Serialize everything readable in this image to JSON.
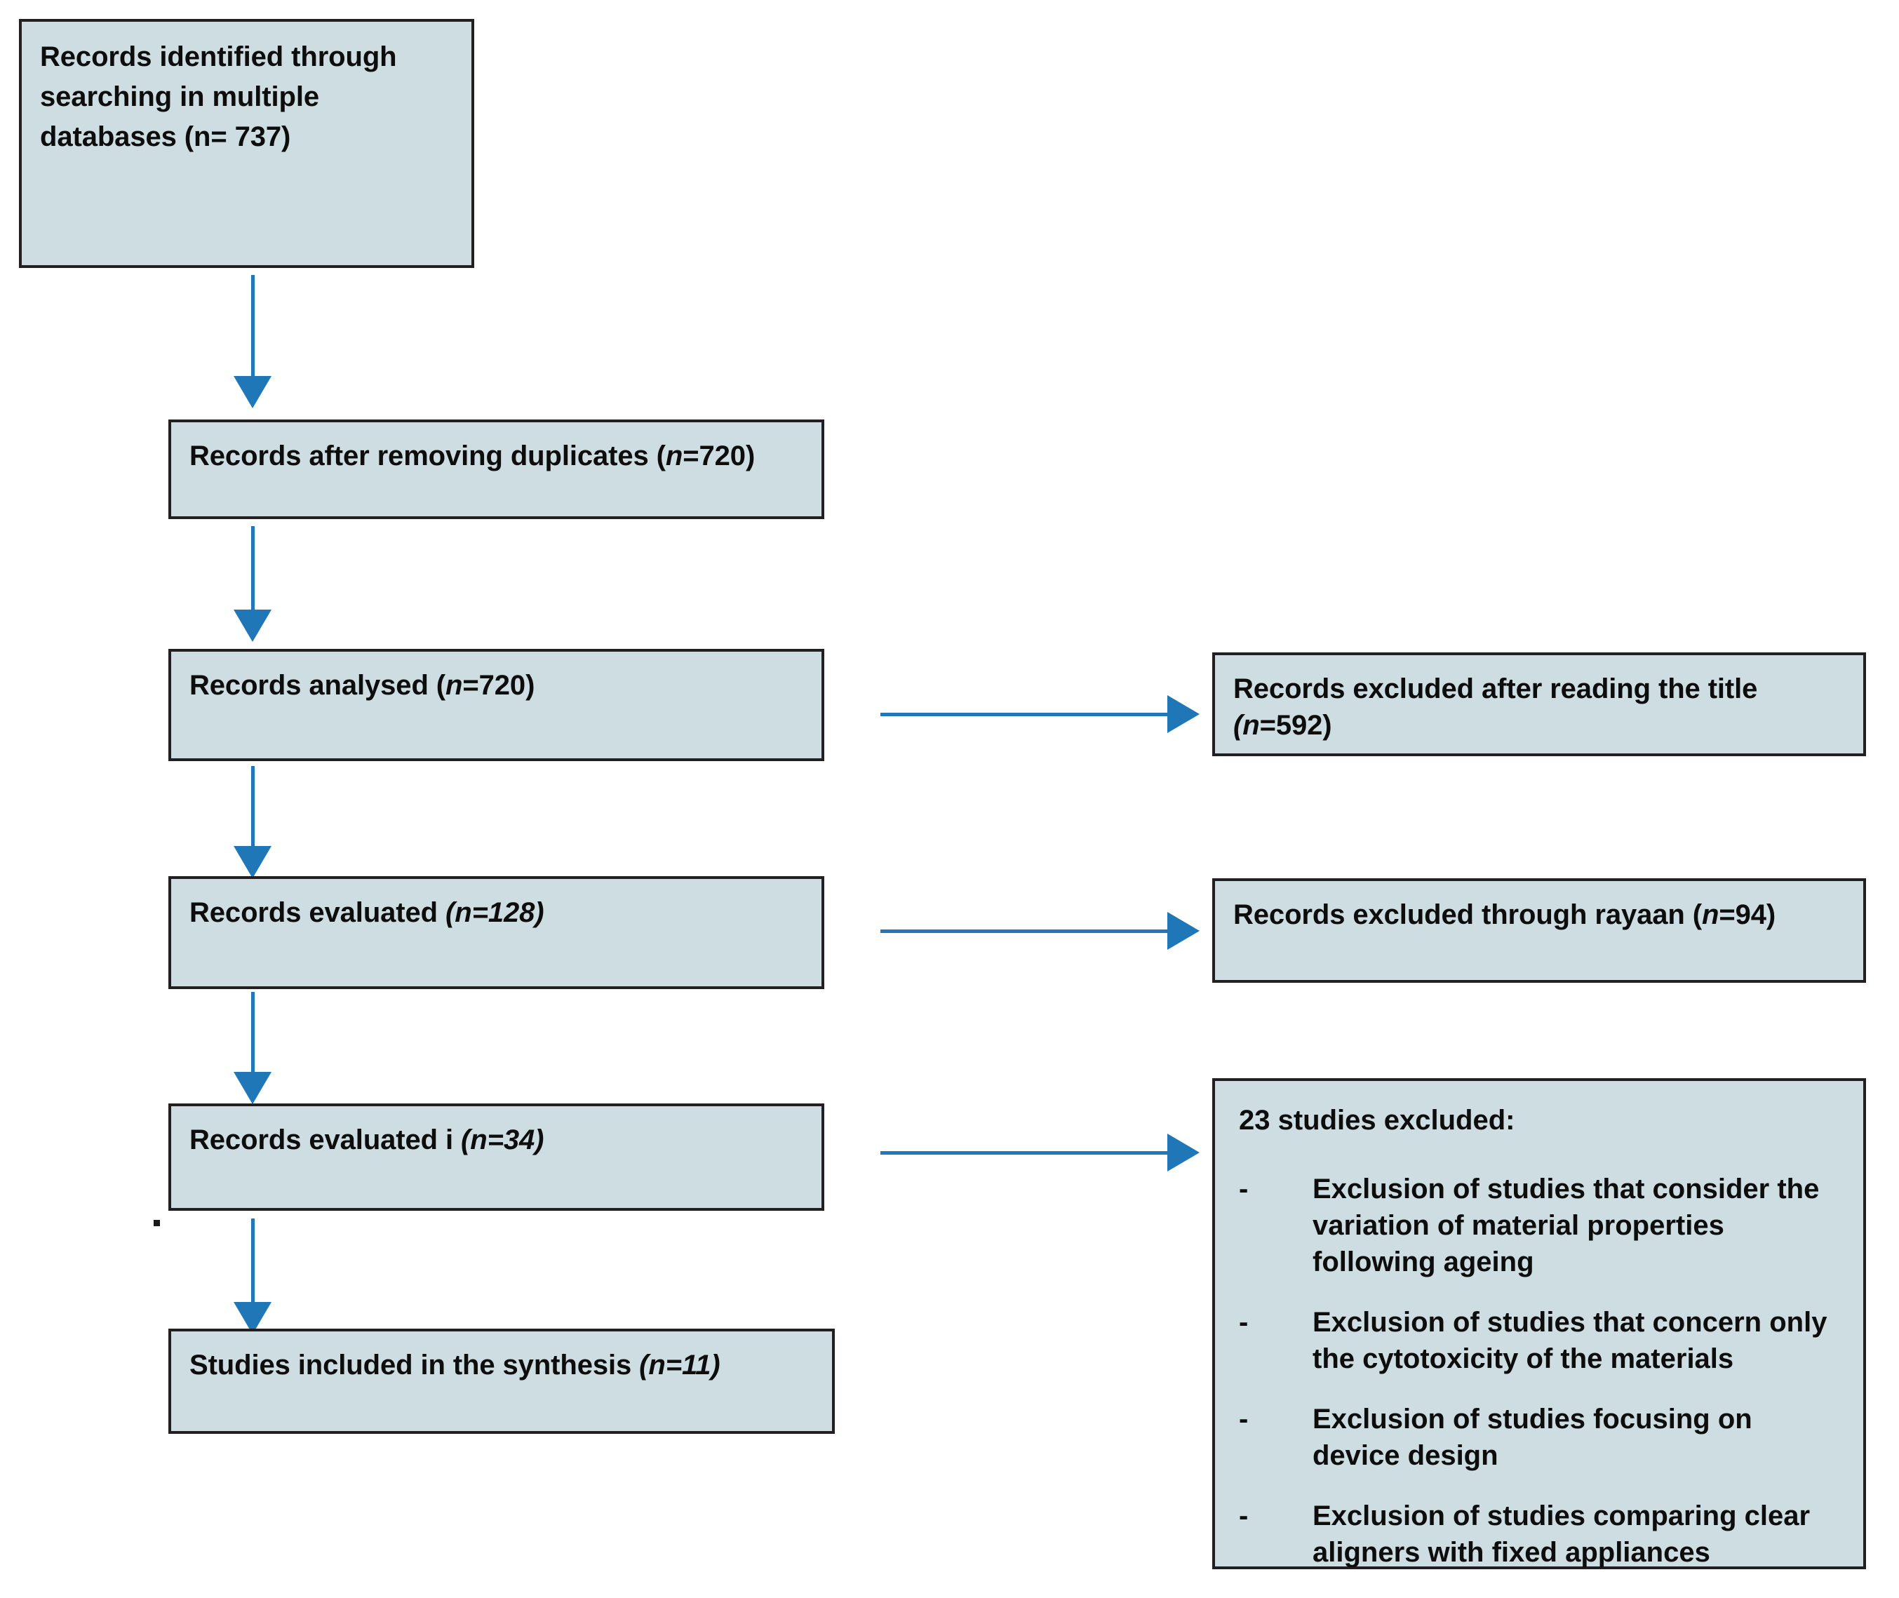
{
  "diagram": {
    "title": "PRISMA study selection flow diagram",
    "colors": {
      "box_fill": "#cedde1",
      "box_border": "#231f20",
      "arrow": "#1f77b8",
      "text": "#0d0d0d"
    }
  },
  "boxes": {
    "identification": {
      "name": "records-identified",
      "line1": "Records identified through",
      "line2": "searching in multiple",
      "line3": "databases (n= 737)",
      "count": 737
    },
    "duplicates_removed": {
      "name": "records-after-removing-duplicates",
      "label": "Records after removing duplicates (",
      "n_symbol": "n",
      "n_value": "=720)",
      "count": 720
    },
    "analysed": {
      "name": "records-analysed",
      "label": "Records analysed (",
      "n_symbol": "n",
      "n_value": "=720)",
      "count": 720
    },
    "evaluated_128": {
      "name": "records-evaluated-128",
      "label": "Records evaluated  ",
      "paren": "(n=128)",
      "count": 128
    },
    "evaluated_34": {
      "name": "records-evaluated-i-34",
      "label": "Records evaluated i ",
      "paren": "(n=34)",
      "count": 34
    },
    "included": {
      "name": "studies-included-in-synthesis",
      "label": "Studies included in the synthesis ",
      "paren": "(n=11)",
      "count": 11
    },
    "excluded_title": {
      "name": "records-excluded-after-title",
      "line1": "Records excluded after reading the title",
      "n_symbol": "(n",
      "n_value": "=592)",
      "count": 592
    },
    "excluded_rayaan": {
      "name": "records-excluded-through-rayaan",
      "label": "Records excluded through rayaan (",
      "n_symbol": "n",
      "n_value": "=94)",
      "count": 94
    },
    "excluded_full": {
      "name": "studies-excluded-reasons",
      "heading": "23 studies excluded:",
      "count": 23,
      "bullet": "-",
      "items": [
        "Exclusion of studies that consider the variation of material properties following ageing",
        "Exclusion of studies that concern only the cytotoxicity of the materials",
        "Exclusion of studies focusing on device design",
        "Exclusion of studies comparing clear aligners with fixed appliances"
      ]
    }
  },
  "arrows": [
    {
      "name": "arrow-identification-to-duplicates",
      "direction": "down"
    },
    {
      "name": "arrow-duplicates-to-analysed",
      "direction": "down"
    },
    {
      "name": "arrow-analysed-to-evaluated128",
      "direction": "down"
    },
    {
      "name": "arrow-evaluated128-to-evaluated34",
      "direction": "down"
    },
    {
      "name": "arrow-evaluated34-to-included",
      "direction": "down"
    },
    {
      "name": "arrow-analysed-to-excluded-title",
      "direction": "right"
    },
    {
      "name": "arrow-evaluated128-to-excluded-rayaan",
      "direction": "right"
    },
    {
      "name": "arrow-evaluated34-to-excluded-full",
      "direction": "right"
    }
  ]
}
